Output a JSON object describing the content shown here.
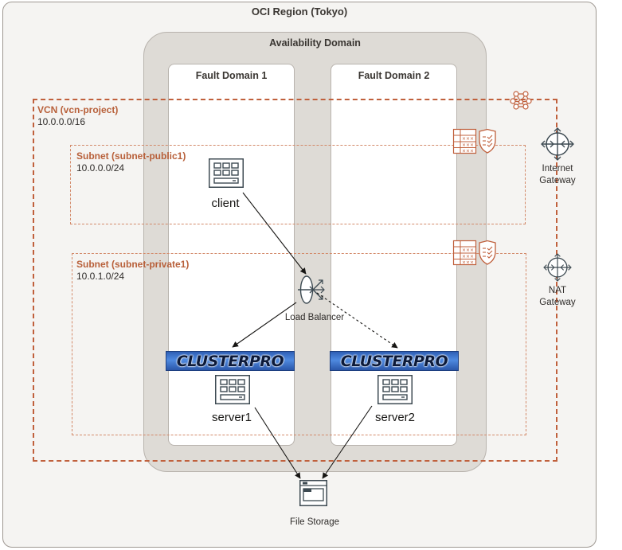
{
  "region": {
    "title": "OCI Region (Tokyo)"
  },
  "availability_domain": {
    "title": "Availability Domain"
  },
  "fault_domains": [
    {
      "title": "Fault Domain 1"
    },
    {
      "title": "Fault Domain 2"
    }
  ],
  "vcn": {
    "title": "VCN (vcn-project)",
    "cidr": "10.0.0.0/16"
  },
  "subnets": {
    "public": {
      "title": "Subnet (subnet-public1)",
      "cidr": "10.0.0.0/24"
    },
    "private": {
      "title": "Subnet (subnet-private1)",
      "cidr": "10.0.1.0/24"
    }
  },
  "nodes": {
    "client": "client",
    "server1": "server1",
    "server2": "server2",
    "load_balancer": "Load Balancer",
    "file_storage": "File Storage"
  },
  "gateways": {
    "internet": [
      "Internet",
      "Gateway"
    ],
    "nat": [
      "NAT",
      "Gateway"
    ]
  },
  "clusterpro": {
    "text": "CLUSTERPRO"
  },
  "colors": {
    "vcn_border": "#c0603c",
    "subnet_border": "#d38a6a",
    "icon_dark": "#3d4a52",
    "clusterpro_blue": "#3b73cf"
  },
  "icons": {
    "compute": "compute-instance-icon",
    "load_balancer": "load-balancer-icon",
    "file_storage": "file-storage-icon",
    "gateway": "router-gateway-icon",
    "vcn": "vcn-network-icon",
    "security_list": "security-list-icon",
    "shield": "shield-check-icon"
  }
}
